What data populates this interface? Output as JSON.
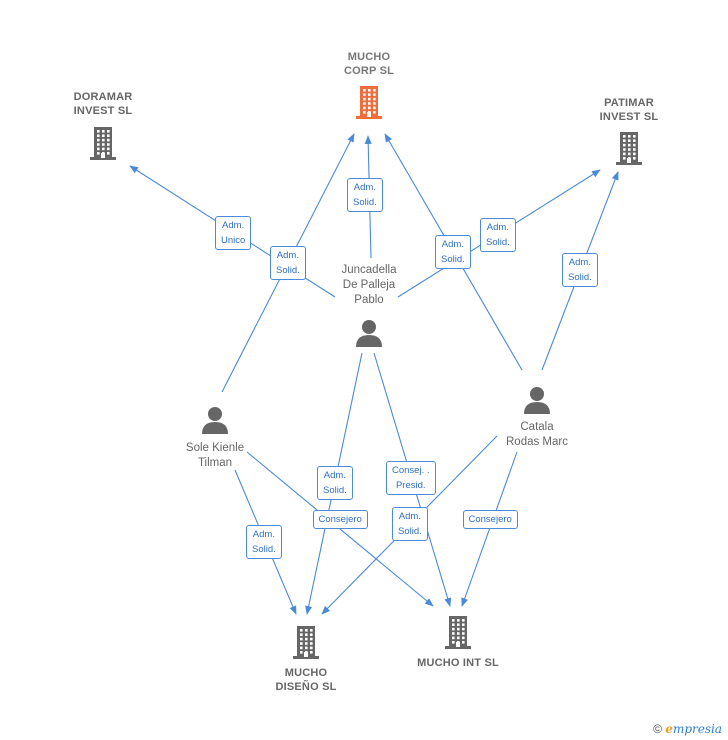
{
  "colors": {
    "edge": "#4a8ad8",
    "node_icon": "#666666",
    "root_icon": "#f26b3a"
  },
  "companies": [
    {
      "id": "mucho_corp",
      "label": "MUCHO\nCORP  SL",
      "root": true
    },
    {
      "id": "doramar",
      "label": "DORAMAR\nINVEST  SL"
    },
    {
      "id": "patimar",
      "label": "PATIMAR\nINVEST  SL"
    },
    {
      "id": "mucho_diseno",
      "label": "MUCHO\nDISEÑO SL"
    },
    {
      "id": "mucho_int",
      "label": "MUCHO INT  SL"
    }
  ],
  "people": [
    {
      "id": "juncadella",
      "label": "Juncadella\nDe Palleja\nPablo"
    },
    {
      "id": "sole",
      "label": "Sole Kienle\nTilman"
    },
    {
      "id": "catala",
      "label": "Catala\nRodas Marc"
    }
  ],
  "relations": [
    {
      "from": "juncadella",
      "to": "mucho_corp",
      "label": "Adm.\nSolid."
    },
    {
      "from": "juncadella",
      "to": "doramar",
      "label": "Adm.\nUnico"
    },
    {
      "from": "juncadella",
      "to": "patimar",
      "label": "Adm.\nSolid."
    },
    {
      "from": "juncadella",
      "to": "mucho_diseno",
      "label": "Adm.\nSolid."
    },
    {
      "from": "juncadella",
      "to": "mucho_int",
      "label": "Consej. .\nPresid."
    },
    {
      "from": "sole",
      "to": "mucho_corp",
      "label": "Adm.\nSolid."
    },
    {
      "from": "sole",
      "to": "mucho_diseno",
      "label": "Adm.\nSolid."
    },
    {
      "from": "sole",
      "to": "mucho_int",
      "label": "Consejero"
    },
    {
      "from": "catala",
      "to": "mucho_corp",
      "label": "Adm.\nSolid."
    },
    {
      "from": "catala",
      "to": "patimar",
      "label": "Adm.\nSolid."
    },
    {
      "from": "catala",
      "to": "mucho_diseno",
      "label": "Adm.\nSolid."
    },
    {
      "from": "catala",
      "to": "mucho_int",
      "label": "Consejero"
    }
  ],
  "footer": {
    "copyright": "©",
    "brand_e": "e",
    "brand_rest": "mpresia"
  }
}
